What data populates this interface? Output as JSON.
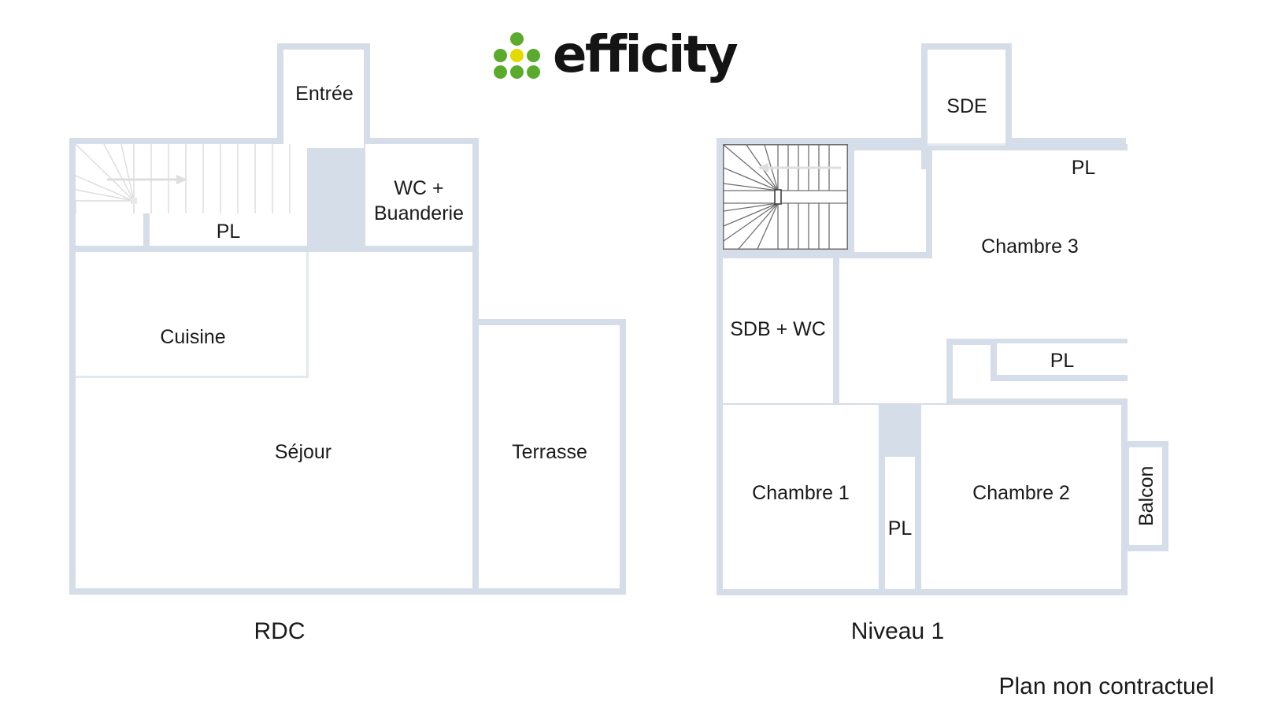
{
  "brand": {
    "name": "efficity",
    "logo_icon": "efficity-dots-logo",
    "dot_colors": {
      "green": "#5aaa2c",
      "yellow": "#e4da00"
    },
    "wordmark_color": "#141414"
  },
  "palette": {
    "wall": "#d5dde8",
    "wall_thin": "#e4e9f0",
    "room_fill": "#ffffff",
    "text": "#1a1a1a",
    "stair_line": "#6f6f6f",
    "stair_arrow": "#d9d9d9"
  },
  "floors": [
    {
      "id": "rdc",
      "caption": "RDC",
      "rooms": [
        {
          "key": "entree",
          "label": "Entrée"
        },
        {
          "key": "wc_buanderie",
          "label": "WC +\nBuanderie"
        },
        {
          "key": "placard_rdc",
          "label": "PL"
        },
        {
          "key": "cuisine",
          "label": "Cuisine"
        },
        {
          "key": "sejour",
          "label": "Séjour"
        },
        {
          "key": "terrasse",
          "label": "Terrasse"
        }
      ],
      "stairs": [
        {
          "key": "stair-rdc",
          "type": "straight-run-with-winders",
          "direction_icon": "arrow-right-icon"
        }
      ]
    },
    {
      "id": "niveau1",
      "caption": "Niveau 1",
      "rooms": [
        {
          "key": "sde",
          "label": "SDE"
        },
        {
          "key": "placard_haut",
          "label": "PL"
        },
        {
          "key": "chambre3",
          "label": "Chambre 3"
        },
        {
          "key": "placard_milieu",
          "label": "PL"
        },
        {
          "key": "sdb_wc",
          "label": "SDB + WC"
        },
        {
          "key": "chambre1",
          "label": "Chambre 1"
        },
        {
          "key": "placard_bas",
          "label": "PL"
        },
        {
          "key": "chambre2",
          "label": "Chambre 2"
        },
        {
          "key": "balcon",
          "label": "Balcon"
        }
      ],
      "stairs": [
        {
          "key": "stair-niveau1",
          "type": "switchback-with-winders",
          "direction_icon": "arrow-left-icon"
        }
      ]
    }
  ],
  "disclaimer": "Plan non contractuel"
}
